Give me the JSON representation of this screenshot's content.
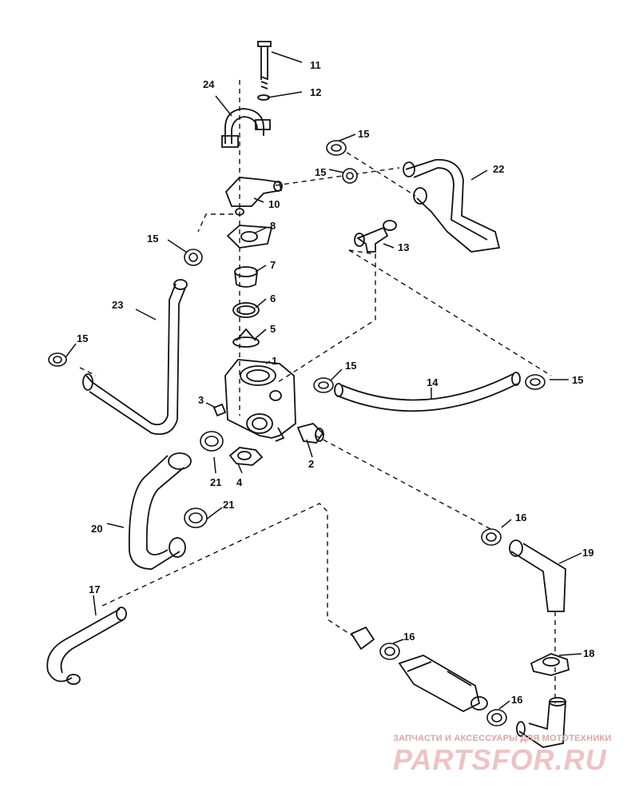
{
  "diagram": {
    "labels": {
      "l1": "1",
      "l2": "2",
      "l3": "3",
      "l4": "4",
      "l5": "5",
      "l6": "6",
      "l7": "7",
      "l8": "8",
      "l10": "10",
      "l11": "11",
      "l12": "12",
      "l13": "13",
      "l14": "14",
      "l15": "15",
      "l16": "16",
      "l17": "17",
      "l18": "18",
      "l19": "19",
      "l20": "20",
      "l21": "21",
      "l22": "22",
      "l23": "23",
      "l24": "24"
    }
  },
  "watermark": {
    "tagline": "ЗАПЧАСТИ И АКСЕССУАРЫ ДЛЯ МОТОТЕХНИКИ",
    "brand": "PARTSFOR.RU"
  }
}
